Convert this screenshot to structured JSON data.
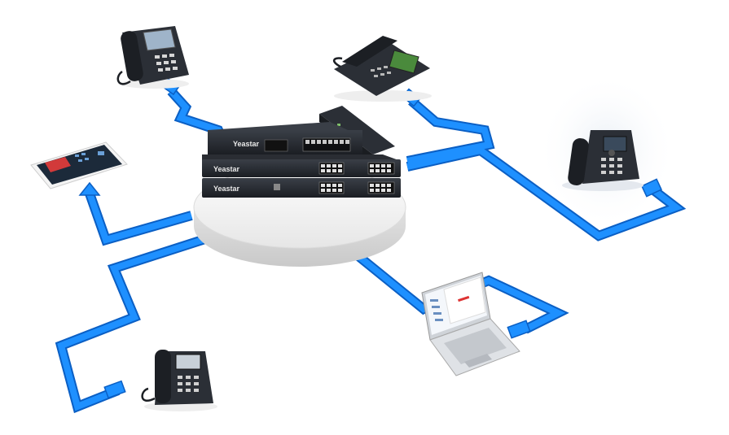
{
  "diagram": {
    "hub": {
      "brand_units": [
        "Yeastar",
        "Yeastar",
        "Yeastar"
      ]
    },
    "devices": [
      {
        "id": "desk-phone-top-left",
        "kind": "ip-desk-phone"
      },
      {
        "id": "desk-phone-top-center",
        "kind": "color-screen-ip-phone"
      },
      {
        "id": "desk-phone-right",
        "kind": "color-screen-ip-phone"
      },
      {
        "id": "tablet-left",
        "kind": "tablet-softphone"
      },
      {
        "id": "laptop-bottom-right",
        "kind": "laptop-softphone"
      },
      {
        "id": "desk-phone-bottom-left",
        "kind": "ip-desk-phone"
      }
    ],
    "colors": {
      "cable": "#1e90ff",
      "cable_edge": "#0b5fc4",
      "device_body": "#2b2f36",
      "pedestal": "#f1f1f1",
      "background": "#ffffff"
    }
  }
}
